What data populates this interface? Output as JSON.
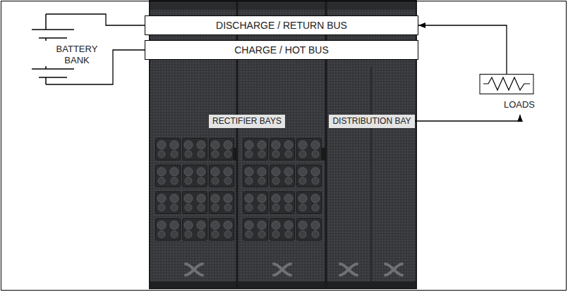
{
  "diagram": {
    "nodes": [
      {
        "text": [
          "BATTERY BANK"
        ]
      },
      {
        "text": [
          "DISCHARGE / RETURN BUS"
        ]
      },
      {
        "text": [
          "CHARGE / HOT BUS"
        ]
      },
      {
        "text": [
          "RECTIFIER BAYS"
        ]
      },
      {
        "text": [
          "DISTRIBUTION BAY"
        ]
      },
      {
        "text": [
          "LOADS"
        ]
      }
    ],
    "edges": [
      {
        "from": 0,
        "to": 1,
        "arrow": "none"
      },
      {
        "from": 0,
        "to": 2,
        "arrow": "none"
      },
      {
        "from": 5,
        "to": 1,
        "arrow": "to"
      },
      {
        "from": 4,
        "to": 5,
        "arrow": "to"
      }
    ]
  }
}
